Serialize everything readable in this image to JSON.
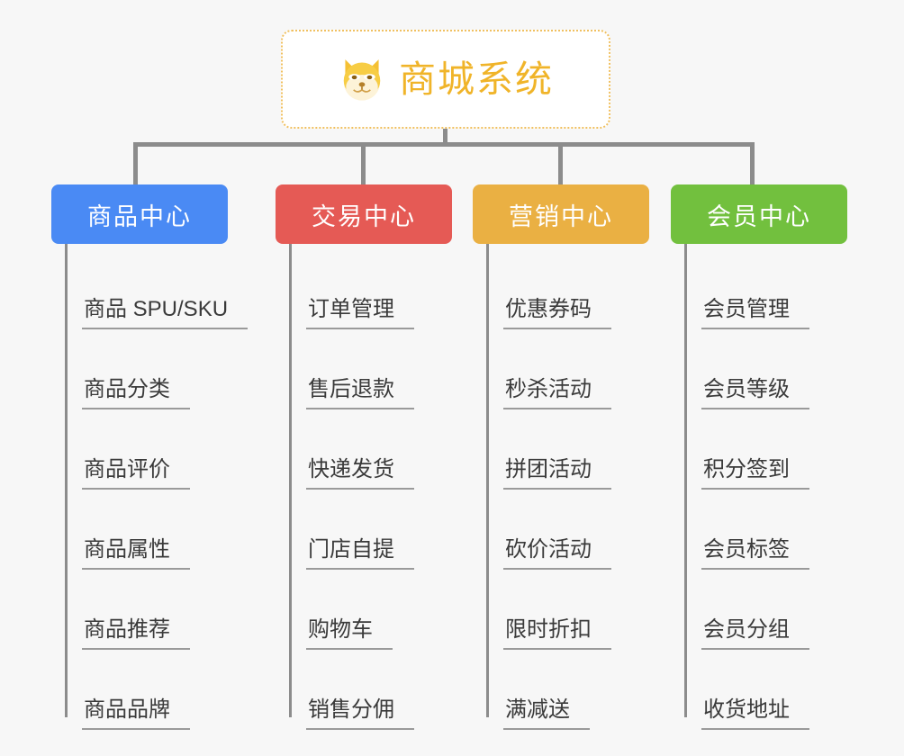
{
  "diagram": {
    "type": "mindmap",
    "title": "商城系统",
    "root": {
      "label": "商城系统",
      "icon": "shiba-dog-face-icon",
      "text_color": "#f0b429",
      "border_color": "#f0c060",
      "background": "#ffffff"
    },
    "background": "#f7f7f7",
    "connector_color": "#8c8c8c",
    "branches": [
      {
        "label": "商品中心",
        "color": "#4a8af4",
        "items": [
          "商品 SPU/SKU",
          "商品分类",
          "商品评价",
          "商品属性",
          "商品推荐",
          "商品品牌"
        ]
      },
      {
        "label": "交易中心",
        "color": "#e55a55",
        "items": [
          "订单管理",
          "售后退款",
          "快递发货",
          "门店自提",
          "购物车",
          "销售分佣"
        ]
      },
      {
        "label": "营销中心",
        "color": "#eab043",
        "items": [
          "优惠券码",
          "秒杀活动",
          "拼团活动",
          "砍价活动",
          "限时折扣",
          "满减送"
        ]
      },
      {
        "label": "会员中心",
        "color": "#72c03e",
        "items": [
          "会员管理",
          "会员等级",
          "积分签到",
          "会员标签",
          "会员分组",
          "收货地址"
        ]
      }
    ]
  }
}
